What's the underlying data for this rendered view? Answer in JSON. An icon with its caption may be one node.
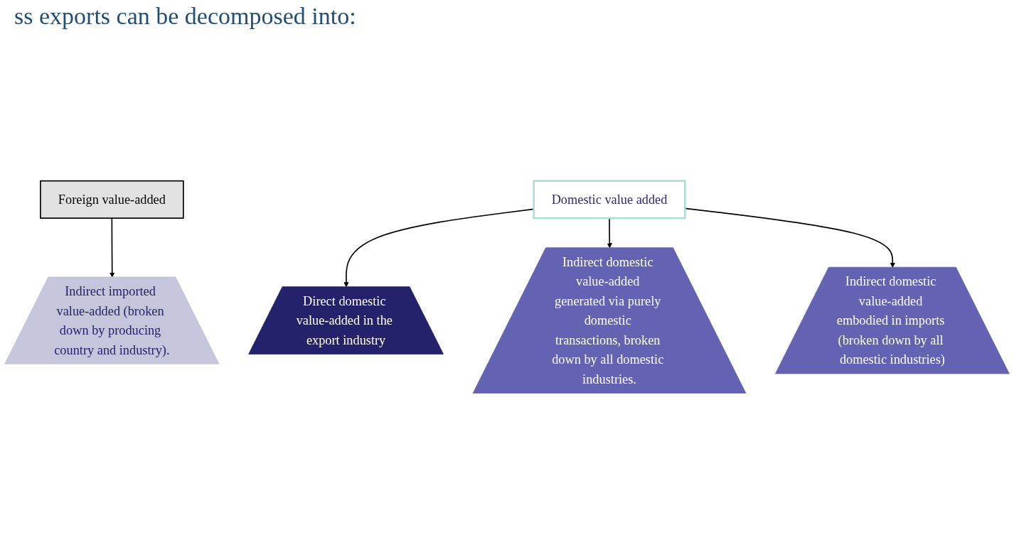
{
  "diagram": {
    "title": "ss exports can be decomposed into:",
    "nodes": [
      {
        "text": [
          "Direct domestic value-added in the export industry"
        ]
      },
      {
        "text": [
          "Indirect domestic value-added generated via purely domestic transactions, broken down by all domestic industries."
        ]
      },
      {
        "text": [
          "Indirect imported value-added (broken down by producing country and industry)."
        ]
      },
      {
        "text": [
          "Indirect domestic value-added embodied in imports (broken down by all domestic industries)"
        ]
      },
      {
        "text": [
          "Foreign value-added"
        ]
      },
      {
        "text": [
          "Domestic value added"
        ]
      }
    ],
    "edges": [
      {
        "from": 4,
        "to": 2,
        "arrow": "to"
      },
      {
        "from": 5,
        "to": 0,
        "arrow": "to"
      },
      {
        "from": 5,
        "to": 1,
        "arrow": "to"
      },
      {
        "from": 5,
        "to": 3,
        "arrow": "to"
      }
    ]
  }
}
